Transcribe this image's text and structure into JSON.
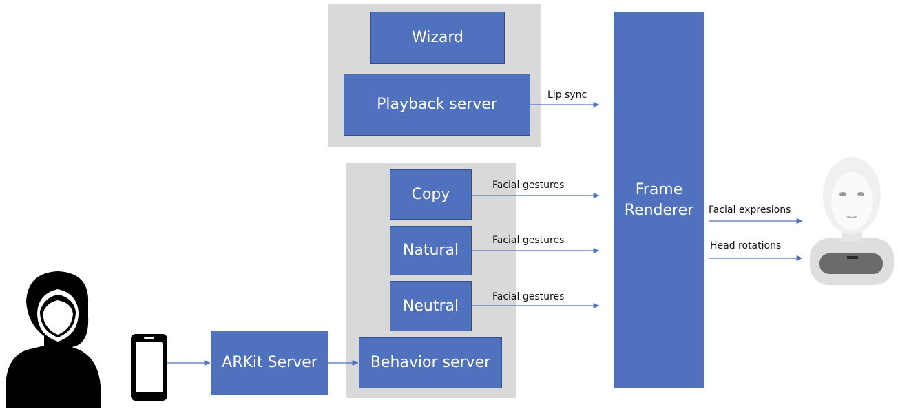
{
  "nodes": {
    "wizard": "Wizard",
    "playback_server": "Playback server",
    "copy": "Copy",
    "natural": "Natural",
    "neutral": "Neutral",
    "behavior_server": "Behavior server",
    "arkit_server": "ARKit Server",
    "frame_renderer_line1": "Frame",
    "frame_renderer_line2": "Renderer"
  },
  "edges": {
    "lip_sync": "Lip sync",
    "facial_gestures_copy": "Facial gestures",
    "facial_gestures_natural": "Facial gestures",
    "facial_gestures_neutral": "Facial gestures",
    "facial_expressions": "Facial expresions",
    "head_rotations": "Head rotations"
  },
  "colors": {
    "box_fill": "#4f71be",
    "group_fill": "#d9d9d9",
    "arrow": "#4f71be"
  },
  "icons": {
    "user": "person-icon",
    "phone": "smartphone-icon",
    "robot": "robot-head-icon"
  }
}
